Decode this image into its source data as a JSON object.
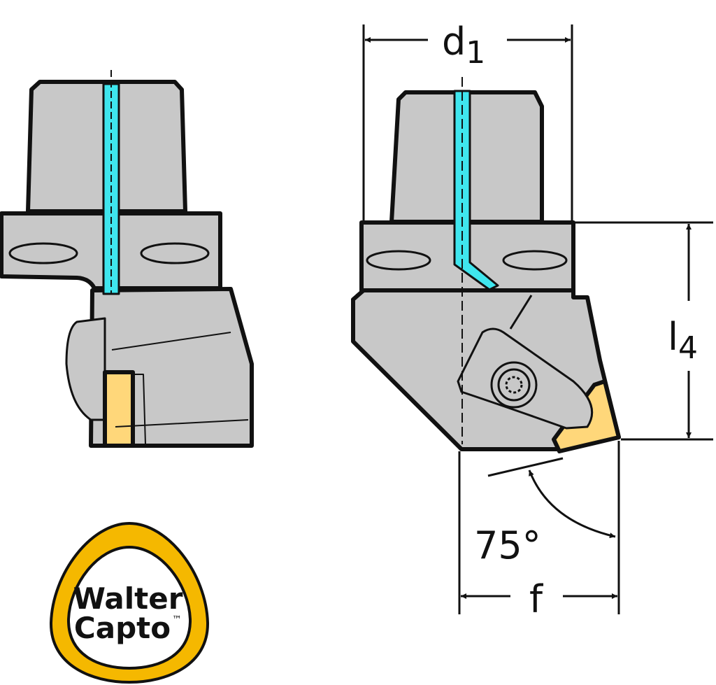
{
  "dimensions": {
    "d1": {
      "main": "d",
      "sub": "1"
    },
    "l4": {
      "main": "l",
      "sub": "4"
    },
    "angle": "75°",
    "f": "f"
  },
  "logo": {
    "line1": "Walter",
    "line2": "Capto",
    "mark": "™"
  },
  "colors": {
    "body": "#c8c8c8",
    "outline": "#111111",
    "coolant": "#3fe6ee",
    "insert": "#ffd77a",
    "logo_ring": "#f5b800"
  }
}
